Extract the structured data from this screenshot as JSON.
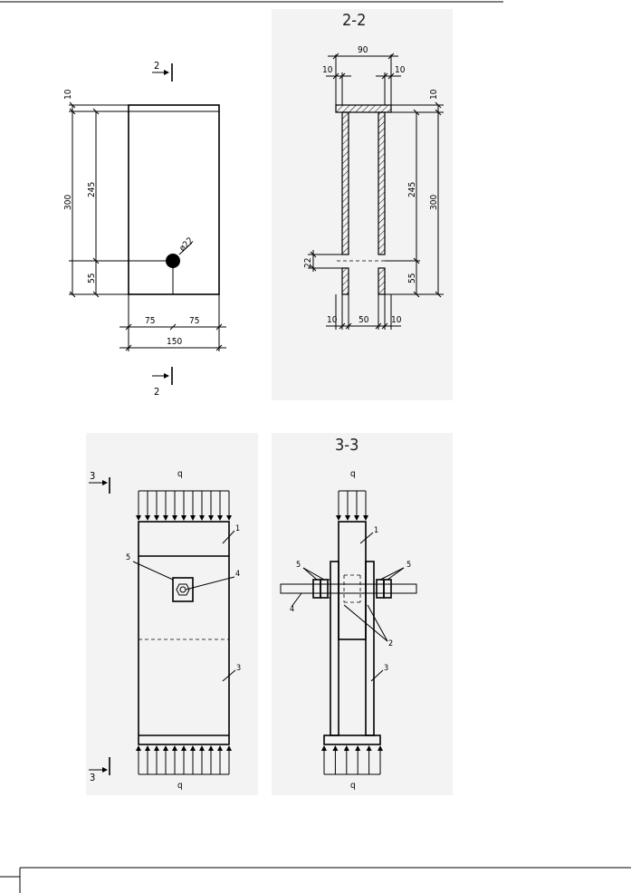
{
  "sections": {
    "top_title": "2-2",
    "bottom_title": "3-3",
    "cut_top": "2",
    "cut_bottom": "2",
    "cut3_top": "3",
    "cut3_bottom": "3"
  },
  "front_view": {
    "dim_10": "10",
    "dim_245": "245",
    "dim_300": "300",
    "dim_55": "55",
    "dim_75_left": "75",
    "dim_75_right": "75",
    "dim_150": "150",
    "dim_phi22": "ø22"
  },
  "side_view": {
    "dim_90": "90",
    "dim_10_tl": "10",
    "dim_10_tr": "10",
    "dim_10_r": "10",
    "dim_245": "245",
    "dim_300": "300",
    "dim_22": "22",
    "dim_55": "55",
    "dim_10_bl": "10",
    "dim_50": "50",
    "dim_10_br": "10"
  },
  "load_view": {
    "load_top_left": "q",
    "load_bottom_left": "q",
    "load_top_right": "q",
    "load_bottom_right": "q",
    "callouts": {
      "l1": "1",
      "l5": "5",
      "l4": "4",
      "l3": "3",
      "r1": "1",
      "r5a": "5",
      "r5b": "5",
      "r4": "4",
      "r2": "2",
      "r3": "3"
    }
  },
  "colors": {
    "line": "#000000",
    "panel_bg": "#f3f3f3",
    "bolt_fill": "#000000"
  }
}
